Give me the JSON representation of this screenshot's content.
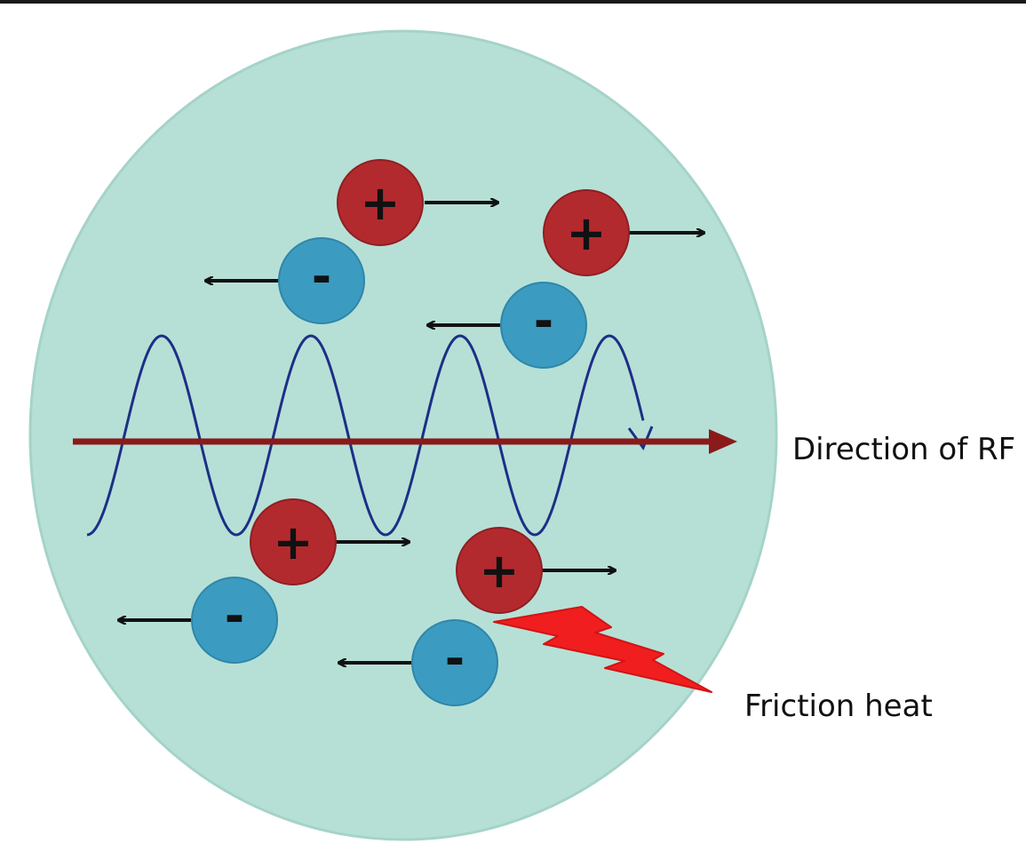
{
  "labels": {
    "direction": "Direction of RF",
    "friction": "Friction heat"
  },
  "particles": {
    "positive_symbol": "+",
    "negative_symbol": "-",
    "positive_count": 4,
    "negative_count": 4
  },
  "colors": {
    "cell": "#b6e0d6",
    "cell_border": "#a5d3c8",
    "positive": "#b32a2e",
    "negative": "#3c9bc0",
    "rf_arrow": "#8b1a1a",
    "wave": "#1d2f86",
    "friction": "#f01e1e",
    "frame": "#1a1a1a"
  },
  "icons": {
    "positive": "plus-ion-icon",
    "negative": "minus-ion-icon",
    "friction": "lightning-bolt-icon"
  }
}
